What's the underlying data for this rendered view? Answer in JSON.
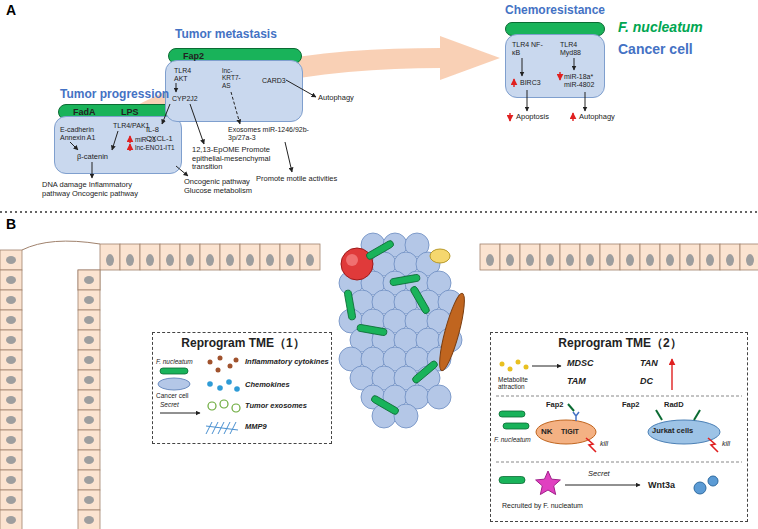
{
  "diagram": {
    "nodes": [
      {
        "text": [
          "FadA",
          "LPS"
        ]
      },
      {
        "text": [
          "E-cadherin Annexin A1",
          "TLR4/PAK1",
          "miR-21",
          "lnc-ENO1-IT1",
          "β-catenin"
        ]
      },
      {
        "text": [
          "Fap2"
        ]
      },
      {
        "text": [
          "TLR4 AKT",
          "CYP2J2",
          "lnc- KRT7- AS",
          "CARD3"
        ]
      },
      {
        "text": [
          "F. nucleatum"
        ]
      },
      {
        "text": [
          "Cancer cell",
          "TLR4 NF-κB",
          "BIRC3",
          "TLR4 Myd88",
          "miR-18a* miR-4802"
        ]
      },
      {
        "text": [
          "Reprogram TME（1）"
        ]
      },
      {
        "text": [
          "Reprogram TME（2）"
        ]
      }
    ],
    "labels": [
      "A",
      "Tumor progression",
      "Tumor metastasis",
      "Chemoresistance",
      "DNA damage Inflammatory pathway Oncogenic pathway",
      "Oncogenic pathway Glucose metabolism",
      "IL-8 CXCL-1",
      "12,13-EpOME Promote epithelial-mesenchymal transition",
      "Exosomes miR-1246/92b-3p/27a-3",
      "Promote motile activities",
      "Autophagy",
      "Apoptosis",
      "Autophagy",
      "B",
      "F. nucleatum",
      "Cancer cell",
      "Secret",
      "Inflammatory cytokines",
      "Chemokines",
      "Tumor exosomes",
      "MMP9",
      "Metabolite attraction",
      "MDSC",
      "TAN",
      "TAM",
      "DC",
      "F. nucleatum",
      "Fap2",
      "NK",
      "TIGIT",
      "kill",
      "Fap2",
      "RadD",
      "Jurkat cells",
      "kill",
      "Recruited by F. nucleatum",
      "Secret",
      "Wnt3a"
    ]
  }
}
